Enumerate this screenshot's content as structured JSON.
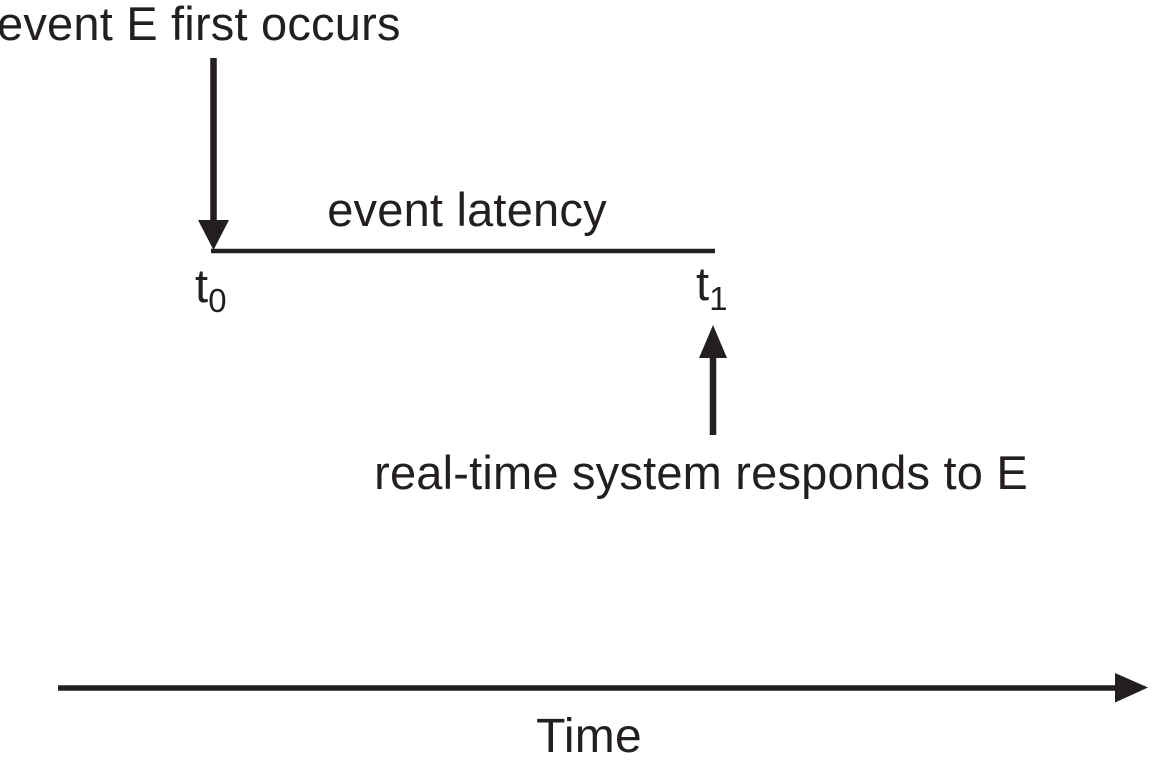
{
  "diagram": {
    "labels": {
      "event_occurs": "event E first occurs",
      "event_latency": "event latency",
      "t0": {
        "base": "t",
        "sub": "0"
      },
      "t1": {
        "base": "t",
        "sub": "1"
      },
      "response": "real-time system responds to E",
      "time_axis": "Time"
    },
    "colors": {
      "ink": "#231f20",
      "background": "#ffffff"
    }
  }
}
